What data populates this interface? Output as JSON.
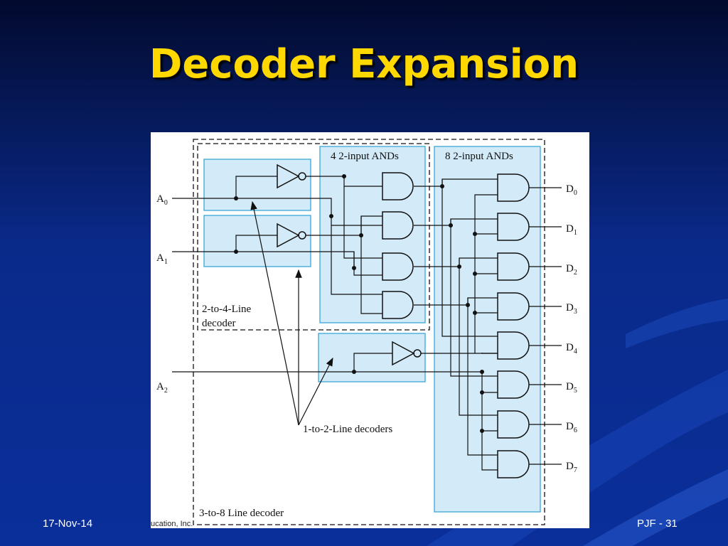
{
  "slide": {
    "title": "Decoder Expansion",
    "date": "17-Nov-14",
    "page": "PJF - 31",
    "copyright": "ucation, Inc."
  },
  "diagram": {
    "and4_label": "4 2-input ANDs",
    "and8_label": "8 2-input ANDs",
    "dec24_label_line1": "2-to-4-Line",
    "dec24_label_line2": "decoder",
    "dec12_label": "1-to-2-Line decoders",
    "dec38_label": "3-to-8 Line decoder",
    "inputs": [
      {
        "name": "A",
        "sub": "0"
      },
      {
        "name": "A",
        "sub": "1"
      },
      {
        "name": "A",
        "sub": "2"
      }
    ],
    "outputs": [
      {
        "name": "D",
        "sub": "0"
      },
      {
        "name": "D",
        "sub": "1"
      },
      {
        "name": "D",
        "sub": "2"
      },
      {
        "name": "D",
        "sub": "3"
      },
      {
        "name": "D",
        "sub": "4"
      },
      {
        "name": "D",
        "sub": "5"
      },
      {
        "name": "D",
        "sub": "6"
      },
      {
        "name": "D",
        "sub": "7"
      }
    ]
  },
  "colors": {
    "title": "#ffd800",
    "box_fill": "#d3ebf8",
    "box_stroke": "#3aa6d8"
  }
}
